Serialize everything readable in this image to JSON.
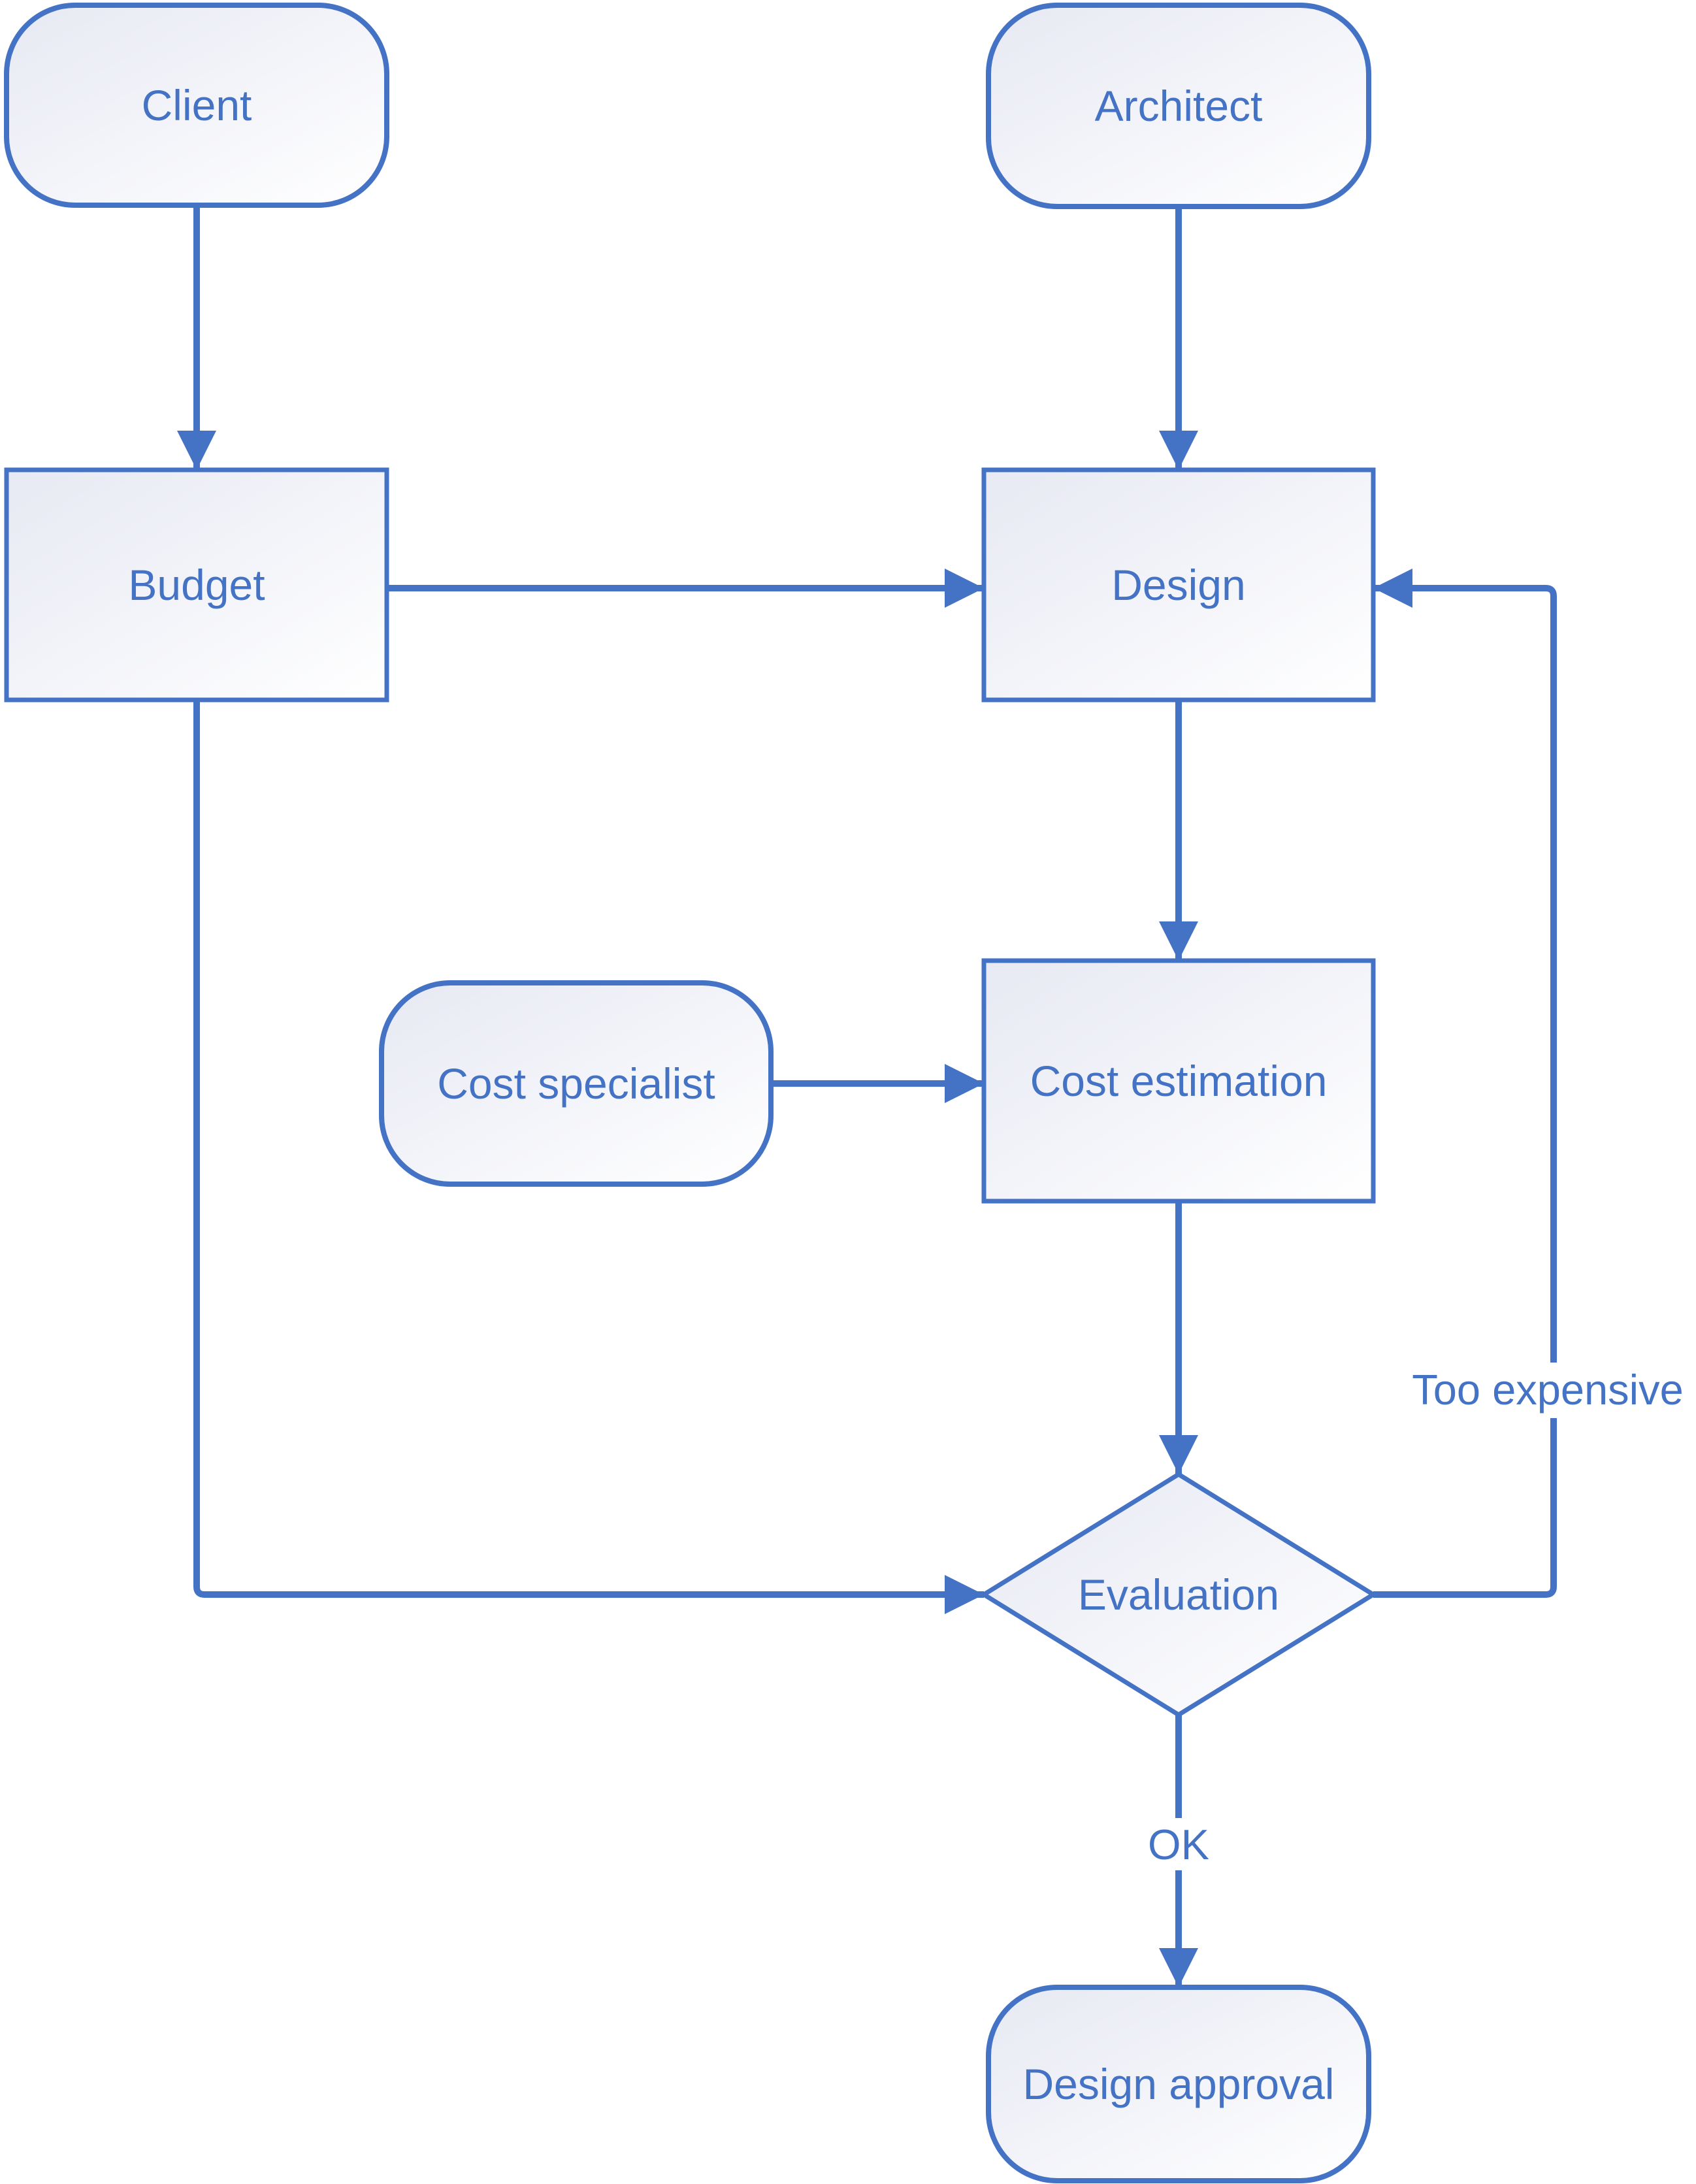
{
  "diagram": {
    "nodes": {
      "client": {
        "label": "Client",
        "type": "terminator"
      },
      "architect": {
        "label": "Architect",
        "type": "terminator"
      },
      "budget": {
        "label": "Budget",
        "type": "process"
      },
      "design": {
        "label": "Design",
        "type": "process"
      },
      "cost_specialist": {
        "label": "Cost specialist",
        "type": "terminator"
      },
      "cost_estimation": {
        "label": "Cost estimation",
        "type": "process"
      },
      "evaluation": {
        "label": "Evaluation",
        "type": "decision"
      },
      "design_approval": {
        "label": "Design approval",
        "type": "terminator"
      }
    },
    "edges": [
      {
        "from": "client",
        "to": "budget",
        "label": ""
      },
      {
        "from": "architect",
        "to": "design",
        "label": ""
      },
      {
        "from": "budget",
        "to": "design",
        "label": ""
      },
      {
        "from": "design",
        "to": "cost_estimation",
        "label": ""
      },
      {
        "from": "cost_specialist",
        "to": "cost_estimation",
        "label": ""
      },
      {
        "from": "cost_estimation",
        "to": "evaluation",
        "label": ""
      },
      {
        "from": "budget",
        "to": "evaluation",
        "label": ""
      },
      {
        "from": "evaluation",
        "to": "design",
        "label": "Too expensive"
      },
      {
        "from": "evaluation",
        "to": "design_approval",
        "label": "OK"
      }
    ],
    "edge_labels": {
      "too_expensive": "Too expensive",
      "ok": "OK"
    },
    "colors": {
      "stroke": "#4472C4",
      "text": "#4472C4",
      "fill_gradient_start": "#e7e9f3",
      "fill_gradient_mid": "#f3f4f9",
      "fill_gradient_end": "#ffffff"
    }
  }
}
